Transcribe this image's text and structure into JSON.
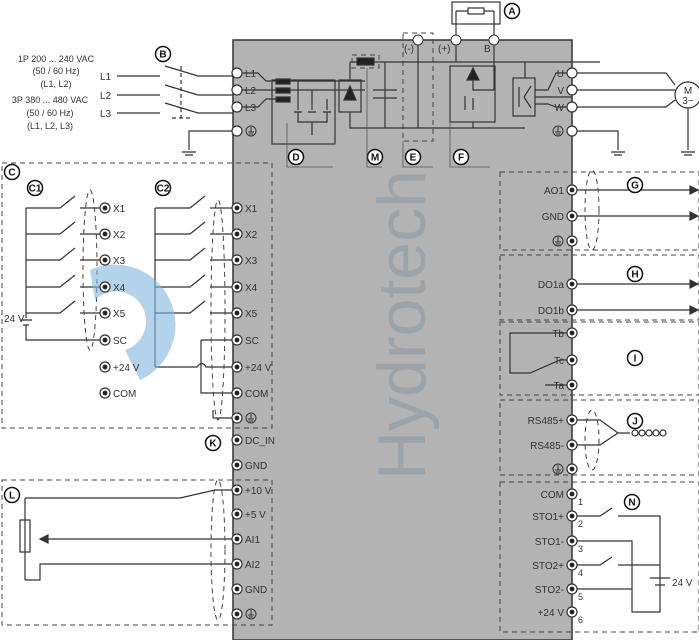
{
  "supply": {
    "single_phase": [
      "1P 200 ... 240 VAC",
      "(50 / 60 Hz)",
      "(L1, L2)"
    ],
    "three_phase": [
      "3P 380 ... 480 VAC",
      "(50 / 60 Hz)",
      "(L1, L2, L3)"
    ],
    "lines": [
      "L1",
      "L2",
      "L3"
    ]
  },
  "badges": {
    "A": "A",
    "B": "B",
    "C": "C",
    "C1": "C1",
    "C2": "C2",
    "D": "D",
    "M": "M",
    "E": "E",
    "F": "F",
    "G": "G",
    "H": "H",
    "I": "I",
    "J": "J",
    "K": "K",
    "L": "L",
    "N": "N"
  },
  "dc_bus": {
    "minus": "(-)",
    "plus": "(+)",
    "brake": "B"
  },
  "motor": {
    "label": "M",
    "phase": "3~"
  },
  "left_power_terminals": [
    "L1",
    "L2",
    "L3",
    "PE"
  ],
  "right_power_terminals": [
    "U",
    "V",
    "W",
    "PE"
  ],
  "c1_terminals": [
    "X1",
    "X2",
    "X3",
    "X4",
    "X5",
    "SC",
    "+24 V",
    "COM"
  ],
  "c2_terminals": [
    "X1",
    "X2",
    "X3",
    "X4",
    "X5",
    "SC",
    "+24 V",
    "COM",
    "PE"
  ],
  "c1_supply": "24 V",
  "k_terminals": [
    "DC_IN",
    "GND"
  ],
  "l_terminals": [
    "+10 V",
    "+5 V",
    "AI1",
    "AI2",
    "GND",
    "PE"
  ],
  "g_terminals": [
    "AO1",
    "GND",
    "PE"
  ],
  "h_terminals": [
    "DO1a",
    "DO1b"
  ],
  "i_terminals": [
    "Tb",
    "Tc",
    "Ta"
  ],
  "j_terminals": [
    "RS485+",
    "RS485-",
    "PE"
  ],
  "n_terminals": [
    "COM",
    "STO1+",
    "STO1-",
    "STO2+",
    "STO2-",
    "+24 V"
  ],
  "n_numbers": [
    "1",
    "2",
    "3",
    "4",
    "5",
    "6"
  ],
  "n_supply": "24 V",
  "watermark": "Hydrotech",
  "colors": {
    "drive_body": "#b3b3b3",
    "watermark_text": "#8d9aa6",
    "watermark_logo": "#7fb6dc"
  }
}
